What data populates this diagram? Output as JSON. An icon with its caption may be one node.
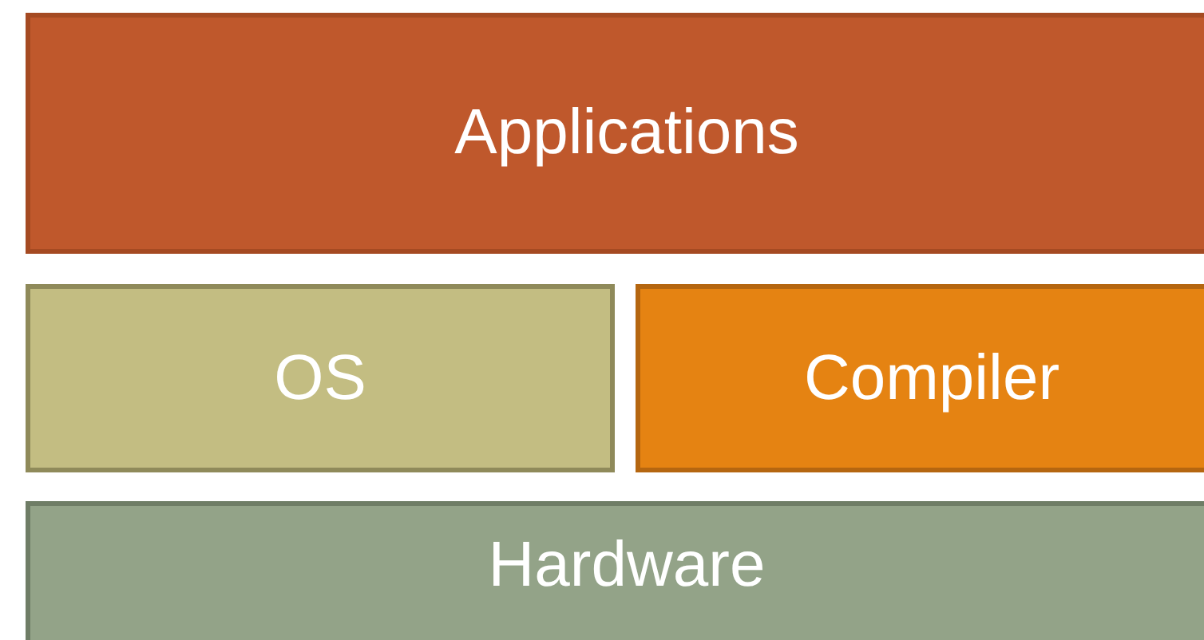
{
  "diagram": {
    "nodes": [
      {
        "text": [
          "Applications"
        ]
      },
      {
        "text": [
          "OS"
        ]
      },
      {
        "text": [
          "Compiler"
        ]
      },
      {
        "text": [
          "Hardware"
        ]
      }
    ]
  }
}
